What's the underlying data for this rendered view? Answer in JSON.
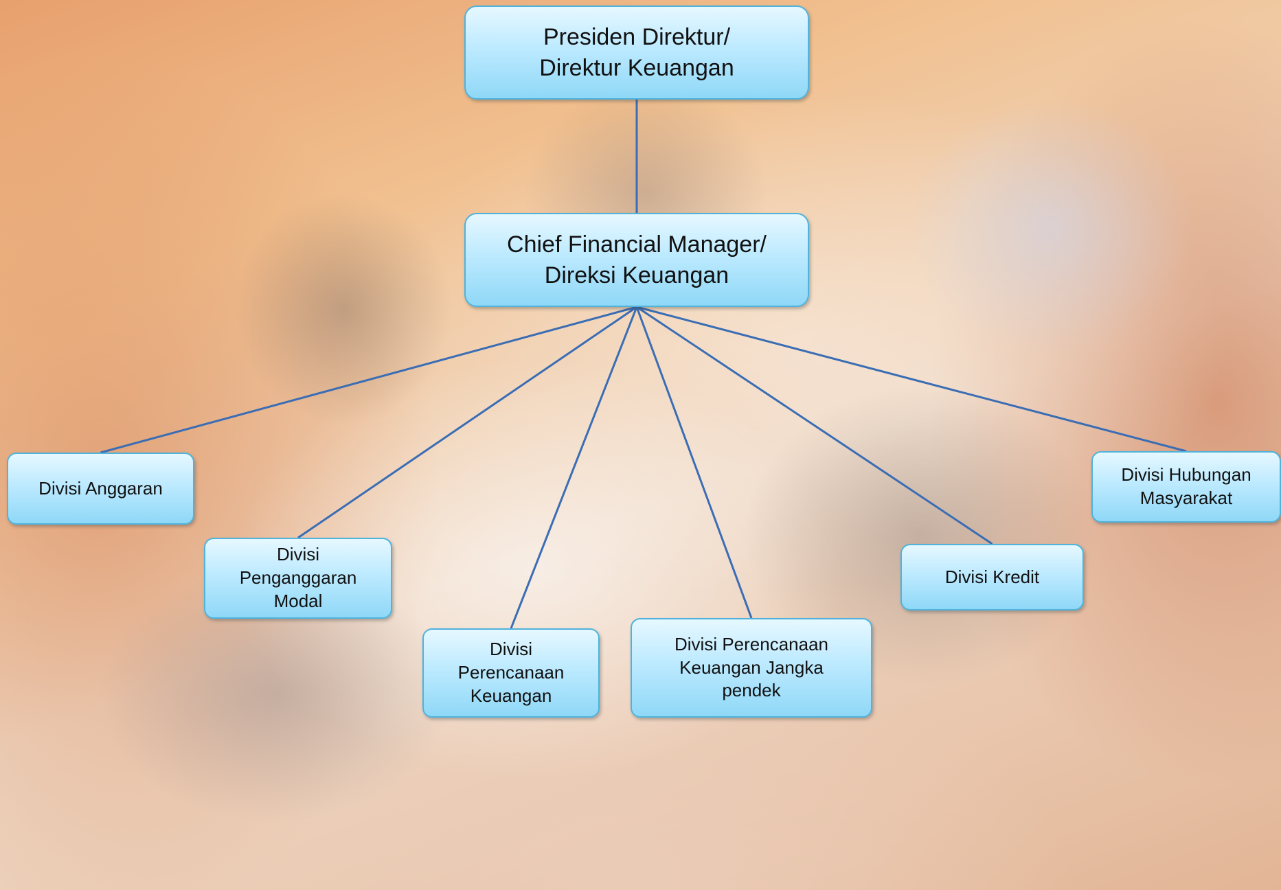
{
  "diagram": {
    "colors": {
      "connector": "#3a6db4",
      "node_fill_top": "#e6f8ff",
      "node_fill_bottom": "#8fd8f7",
      "node_border": "#4fb3dc"
    },
    "nodes": {
      "president": {
        "label": "Presiden Direktur/\nDirektur Keuangan"
      },
      "cfm": {
        "label": "Chief Financial Manager/\nDireksi Keuangan"
      },
      "anggaran": {
        "label": "Divisi Anggaran"
      },
      "penganggaran_modal": {
        "label": "Divisi\nPenganggaran\nModal"
      },
      "perencanaan_keuangan": {
        "label": "Divisi\nPerencanaan\nKeuangan"
      },
      "perencanaan_jangka_pendek": {
        "label": "Divisi Perencanaan\nKeuangan Jangka\npendek"
      },
      "kredit": {
        "label": "Divisi  Kredit"
      },
      "humas": {
        "label": "Divisi Hubungan\nMasyarakat"
      }
    },
    "edges": [
      {
        "from": "president",
        "to": "cfm"
      },
      {
        "from": "cfm",
        "to": "anggaran"
      },
      {
        "from": "cfm",
        "to": "penganggaran_modal"
      },
      {
        "from": "cfm",
        "to": "perencanaan_keuangan"
      },
      {
        "from": "cfm",
        "to": "perencanaan_jangka_pendek"
      },
      {
        "from": "cfm",
        "to": "kredit"
      },
      {
        "from": "cfm",
        "to": "humas"
      }
    ]
  }
}
